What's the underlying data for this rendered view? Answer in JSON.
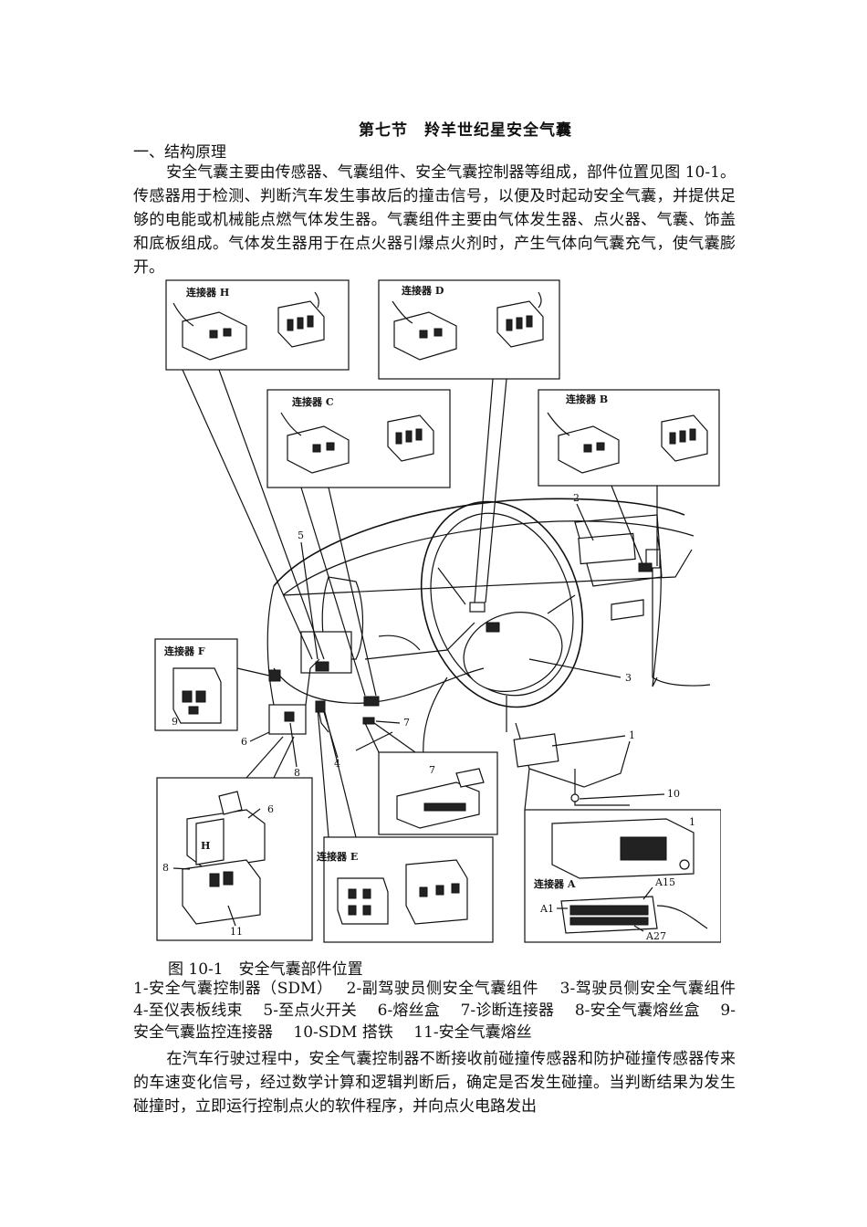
{
  "title": "第七节　羚羊世纪星安全气囊",
  "section_heading": "一、结构原理",
  "paragraph1": "安全气囊主要由传感器、气囊组件、安全气囊控制器等组成，部件位置见图 10-1。传感器用于检测、判断汽车发生事故后的撞击信号，以便及时起动安全气囊，并提供足够的电能或机械能点燃气体发生器。气囊组件主要由气体发生器、点火器、气囊、饰盖和底板组成。气体发生器用于在点火器引爆点火剂时，产生气体向气囊充气，使气囊膨开。",
  "figure": {
    "connector_labels": {
      "H": "连接器 H",
      "D": "连接器 D",
      "C": "连接器 C",
      "B": "连接器 B",
      "F": "连接器 F",
      "E": "连接器 E",
      "A": "连接器 A"
    },
    "pin_labels": {
      "a15": "A15",
      "a1": "A1",
      "a27": "A27"
    },
    "callouts": {
      "n1": "1",
      "n1b": "1",
      "n2": "2",
      "n3": "3",
      "n4": "4",
      "n5": "5",
      "n6": "6",
      "n6b": "6",
      "n7": "7",
      "n7b": "7",
      "n8": "8",
      "n8b": "8",
      "n9": "9",
      "n10": "10",
      "n11": "11"
    },
    "caption": "图 10-1　安全气囊部件位置"
  },
  "legend": "1-安全气囊控制器（SDM）　 2-副驾驶员侧安全气囊组件　 3-驾驶员侧安全气囊组件　 4-至仪表板线束　 5-至点火开关　 6-熔丝盒　 7-诊断连接器　 8-安全气囊熔丝盒　 9-安全气囊监控连接器　 10-SDM 搭铁　 11-安全气囊熔丝",
  "paragraph2": "在汽车行驶过程中，安全气囊控制器不断接收前碰撞传感器和防护碰撞传感器传来的车速变化信号，经过数学计算和逻辑判断后，确定是否发生碰撞。当判断结果为发生碰撞时，立即运行控制点火的软件程序，并向点火电路发出"
}
